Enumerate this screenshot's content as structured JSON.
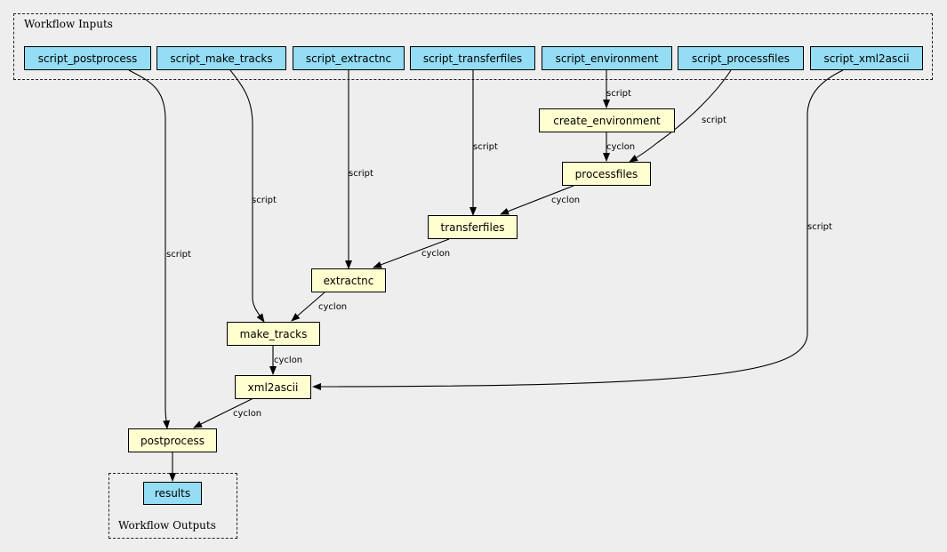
{
  "clusters": {
    "inputs_label": "Workflow Inputs",
    "outputs_label": "Workflow Outputs"
  },
  "inputs": {
    "script_postprocess": "script_postprocess",
    "script_make_tracks": "script_make_tracks",
    "script_extractnc": "script_extractnc",
    "script_transferfiles": "script_transferfiles",
    "script_environment": "script_environment",
    "script_processfiles": "script_processfiles",
    "script_xml2ascii": "script_xml2ascii"
  },
  "steps": {
    "create_environment": "create_environment",
    "processfiles": "processfiles",
    "transferfiles": "transferfiles",
    "extractnc": "extractnc",
    "make_tracks": "make_tracks",
    "xml2ascii": "xml2ascii",
    "postprocess": "postprocess"
  },
  "outputs": {
    "results": "results"
  },
  "edge_labels": {
    "script": "script",
    "cyclon": "cyclon"
  },
  "colors": {
    "input_fill": "#94ddf4",
    "step_fill": "#ffffd0",
    "background": "#eeeeee"
  }
}
